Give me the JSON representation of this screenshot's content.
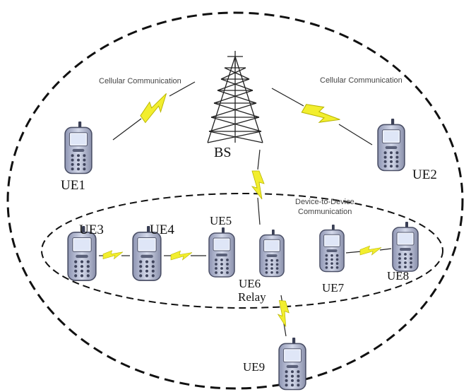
{
  "labels": {
    "cellular_left": "Cellular Communication",
    "cellular_right": "Cellular Communication",
    "bs": "BS",
    "d2d_line1": "Device-to-Device",
    "d2d_line2": "Communication",
    "ue1": "UE1",
    "ue2": "UE2",
    "ue3": "UE3",
    "ue4": "UE4",
    "ue5": "UE5",
    "ue6": "UE6",
    "relay": "Relay",
    "ue7": "UE7",
    "ue8": "UE8",
    "ue9": "UE9"
  },
  "colors": {
    "boundary": "#111111",
    "lightning": "#f2ee2e",
    "lightning_outline": "#b8b400",
    "phone_body": "#b9bfd6",
    "phone_screen": "#eef1fa",
    "tower": "#222222"
  },
  "icons": {
    "base_station": "cell-tower-icon",
    "user_equipment": "mobile-phone-icon",
    "wireless_link": "lightning-bolt-icon"
  }
}
